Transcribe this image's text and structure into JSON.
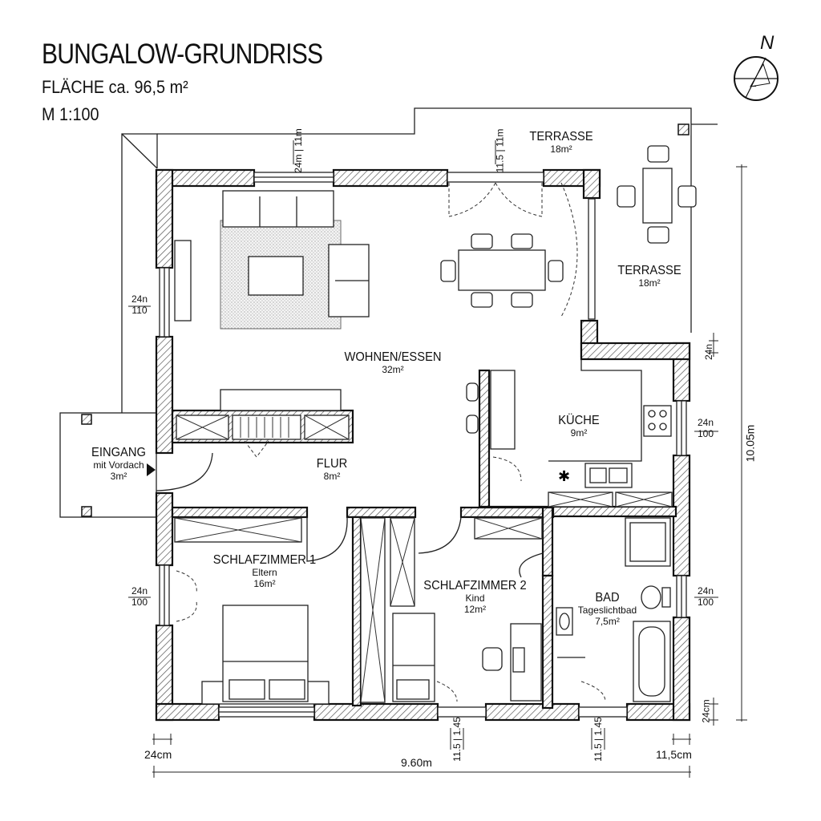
{
  "header": {
    "title": "BUNGALOW-GRUNDRISS",
    "area": "FLÄCHE ca. 96,5 m²",
    "scale": "M 1:100"
  },
  "compass": {
    "label": "N",
    "icon": "north-arrow-icon"
  },
  "rooms": {
    "terrace_top": {
      "name": "TERRASSE",
      "area": "18m²"
    },
    "terrace_side": {
      "name": "TERRASSE",
      "area": "18m²"
    },
    "living": {
      "name": "WOHNEN/ESSEN",
      "area": "32m²"
    },
    "kitchen": {
      "name": "KÜCHE",
      "area": "9m²"
    },
    "entrance": {
      "name": "EINGANG",
      "detail": "mit Vordach",
      "area": "3m²"
    },
    "hall": {
      "name": "FLUR",
      "area": "8m²"
    },
    "bedroom1": {
      "name": "SCHLAFZIMMER 1",
      "detail": "Eltern",
      "area": "16m²"
    },
    "bedroom2": {
      "name": "SCHLAFZIMMER 2",
      "detail": "Kind",
      "area": "12m²"
    },
    "bath": {
      "name": "BAD",
      "detail": "Tageslichtbad",
      "area": "7,5m²"
    }
  },
  "dimensions": {
    "top_window_1": {
      "a": "24m",
      "b": "11m"
    },
    "top_window_2": {
      "a": "11.5",
      "b": "11m"
    },
    "left_window_1": {
      "a": "24n",
      "b": "110"
    },
    "left_window_2": {
      "a": "24n",
      "b": "100"
    },
    "right_window_1": {
      "a": "24n",
      "b": "100"
    },
    "right_window_2": {
      "a": "24n",
      "b": "100"
    },
    "right_wall": "24n",
    "right_bottom": "24cm",
    "total_height": "10.05m",
    "bottom_window_1": {
      "a": "11.5",
      "b": "1.45"
    },
    "bottom_window_2": {
      "a": "11.5",
      "b": "1.45"
    },
    "bottom_left": "24cm",
    "bottom_right": "11,5cm",
    "total_width": "9.60m"
  }
}
